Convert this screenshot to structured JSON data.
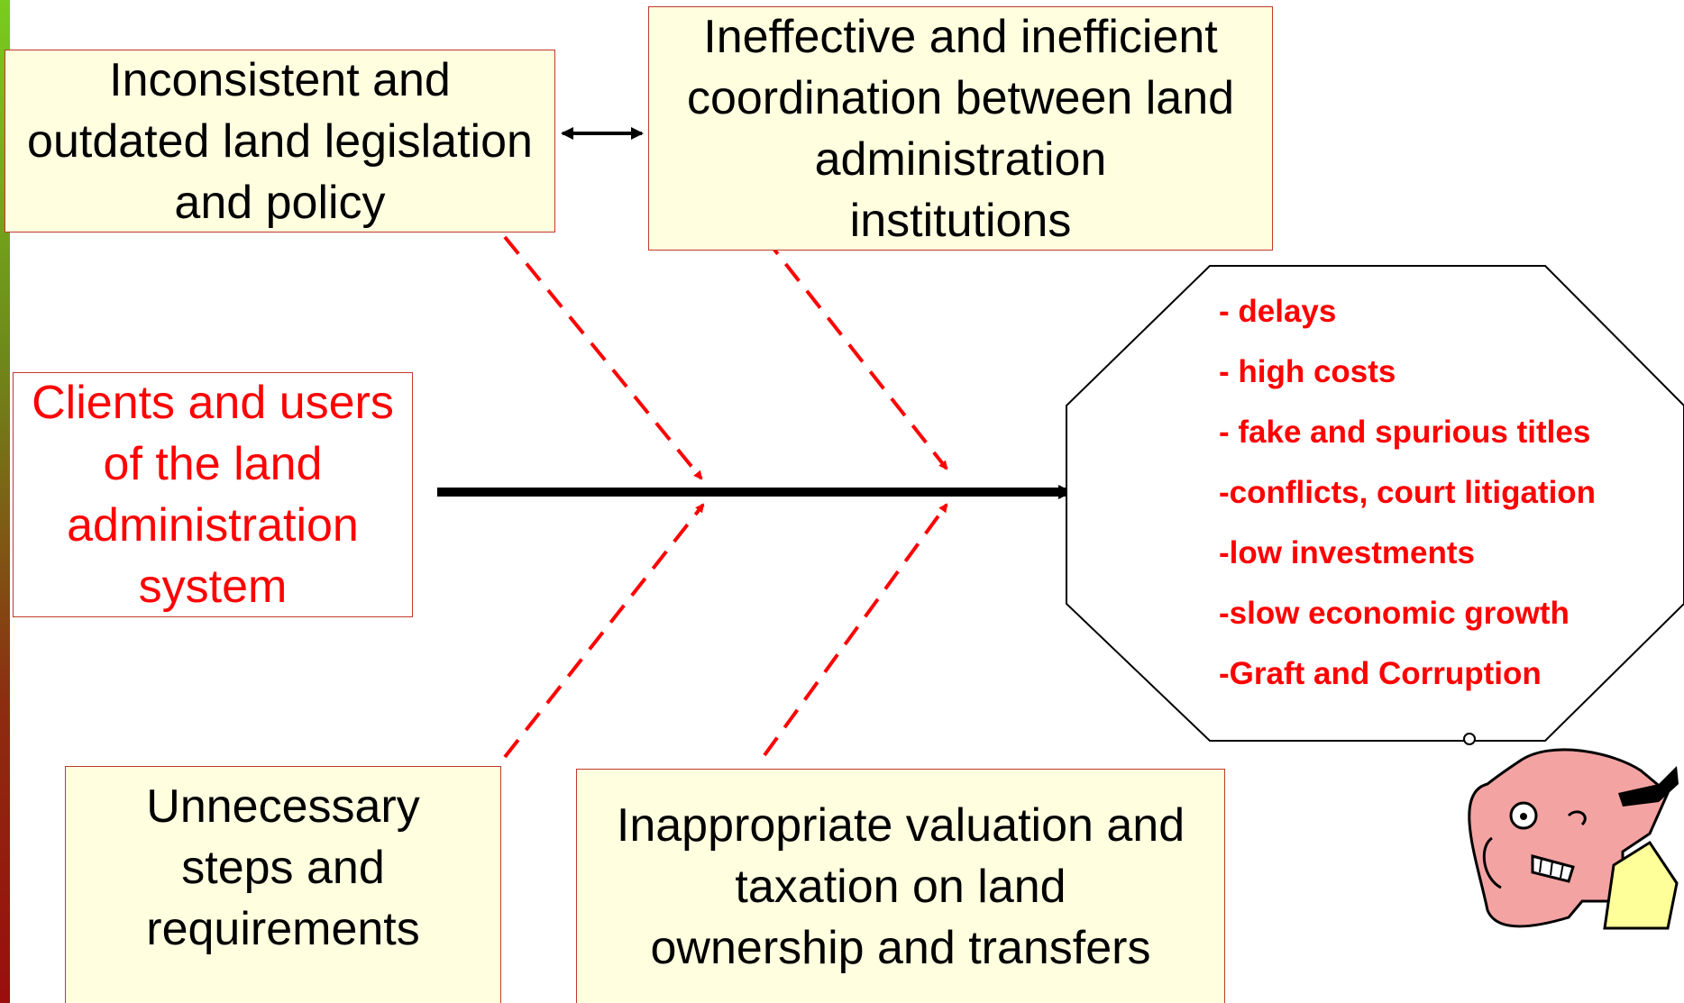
{
  "causes": {
    "legislation": "Inconsistent and\noutdated land legislation\nand policy",
    "coordination": "Ineffective and inefficient\ncoordination between land\nadministration\ninstitutions",
    "steps": "Unnecessary\nsteps and\nrequirements",
    "valuation": "Inappropriate valuation and\ntaxation on land\nownership and transfers"
  },
  "actor": "Clients and users\nof the land\nadministration\nsystem",
  "effects": [
    "- delays",
    "- high costs",
    "- fake and spurious titles",
    "-conflicts, court litigation",
    "-low investments",
    "-slow economic growth",
    "-Graft and Corruption"
  ],
  "colors": {
    "box_fill": "#ffffe0",
    "box_border": "#c0392b",
    "accent_red": "#ff0000"
  },
  "icons": {
    "cartoon": "frustrated-face-icon"
  }
}
